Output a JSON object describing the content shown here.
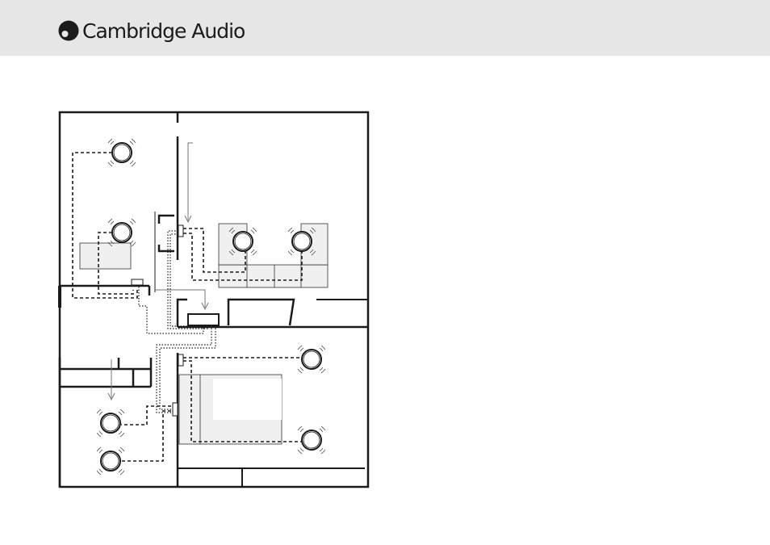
{
  "header": {
    "brand_name": "Cambridge Audio",
    "brand_icon": "cambridge-audio-logo-icon",
    "background_color": "#e6e6e6"
  },
  "diagram": {
    "kind": "multi-room floor plan",
    "wall_color": "#1b1b1b",
    "furniture_color": "#f0f0f0",
    "cable_styles": [
      "dashed",
      "dotted",
      "solid-arrow"
    ],
    "speakers": [
      {
        "room": "upper-left",
        "icon": "speaker-icon"
      },
      {
        "room": "upper-left",
        "icon": "speaker-icon"
      },
      {
        "room": "lounge",
        "icon": "speaker-icon"
      },
      {
        "room": "lounge",
        "icon": "speaker-icon"
      },
      {
        "room": "bedroom",
        "icon": "speaker-icon"
      },
      {
        "room": "bedroom",
        "icon": "speaker-icon"
      },
      {
        "room": "lower-left",
        "icon": "speaker-icon"
      },
      {
        "room": "lower-left",
        "icon": "speaker-icon"
      }
    ]
  }
}
